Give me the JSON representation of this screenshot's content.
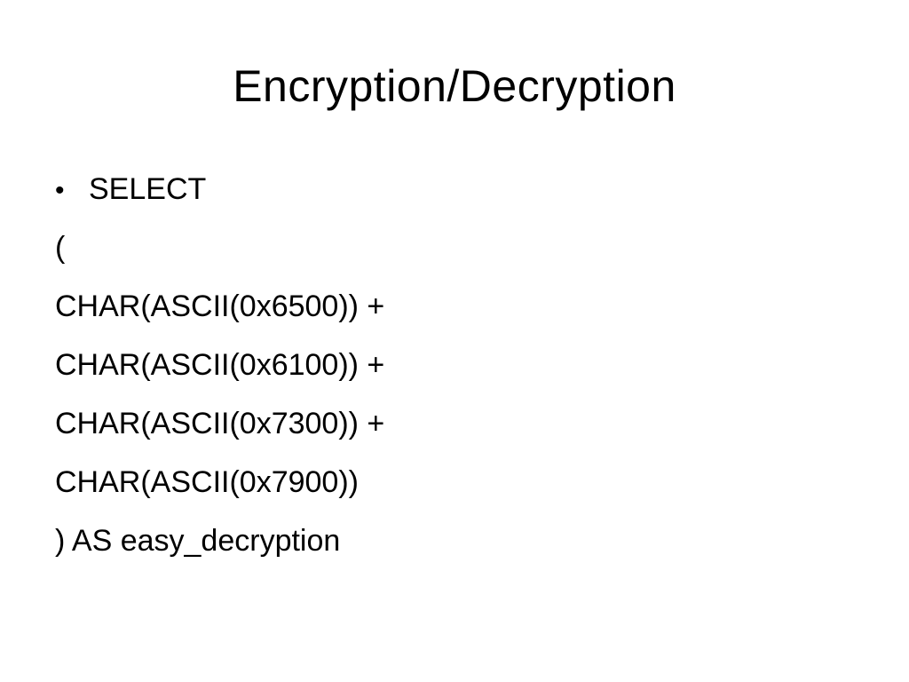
{
  "slide": {
    "title": "Encryption/Decryption",
    "bullet_glyph": "•",
    "lines": [
      "SELECT",
      "(",
      "CHAR(ASCII(0x6500)) +",
      "CHAR(ASCII(0x6100)) +",
      "CHAR(ASCII(0x7300)) +",
      "CHAR(ASCII(0x7900))",
      ") AS easy_decryption"
    ]
  }
}
